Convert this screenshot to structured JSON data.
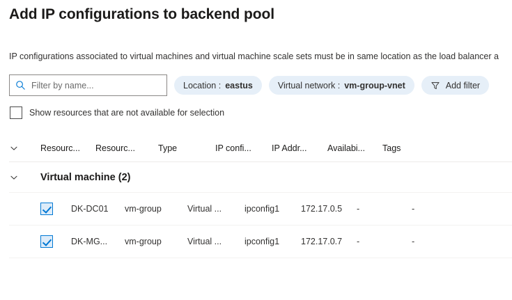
{
  "header": {
    "title": "Add IP configurations to backend pool",
    "description": "IP configurations associated to virtual machines and virtual machine scale sets must be in same location as the load balancer a"
  },
  "colors": {
    "accent": "#0078d4",
    "pill_bg": "#e6eff8",
    "text": "#323130",
    "border": "#8a8886",
    "divider": "#edebe9",
    "checkbox_checked_bg": "#deecf9"
  },
  "filters": {
    "search": {
      "icon": "search-icon",
      "placeholder": "Filter by name...",
      "value": ""
    },
    "pills": [
      {
        "label": "Location :",
        "value": "eastus"
      },
      {
        "label": "Virtual network :",
        "value": "vm-group-vnet"
      }
    ],
    "add_filter": {
      "icon": "funnel-icon",
      "label": "Add filter"
    }
  },
  "show_unavailable": {
    "label": "Show resources that are not available for selection",
    "checked": false
  },
  "table": {
    "expand_all_icon": "chevron-down-icon",
    "headers": {
      "name": "Resourc...",
      "group": "Resourc...",
      "type": "Type",
      "ipconfig": "IP confi...",
      "ipaddress": "IP Addr...",
      "availability": "Availabi...",
      "tags": "Tags"
    },
    "groups": [
      {
        "icon": "chevron-down-icon",
        "label": "Virtual machine (2)",
        "rows": [
          {
            "checked": true,
            "name": "DK-DC01",
            "group": "vm-group",
            "type": "Virtual ...",
            "ipconfig": "ipconfig1",
            "ipaddress": "172.17.0.5",
            "availability": "-",
            "tags": "-"
          },
          {
            "checked": true,
            "name": "DK-MG...",
            "group": "vm-group",
            "type": "Virtual ...",
            "ipconfig": "ipconfig1",
            "ipaddress": "172.17.0.7",
            "availability": "-",
            "tags": "-"
          }
        ]
      }
    ]
  }
}
